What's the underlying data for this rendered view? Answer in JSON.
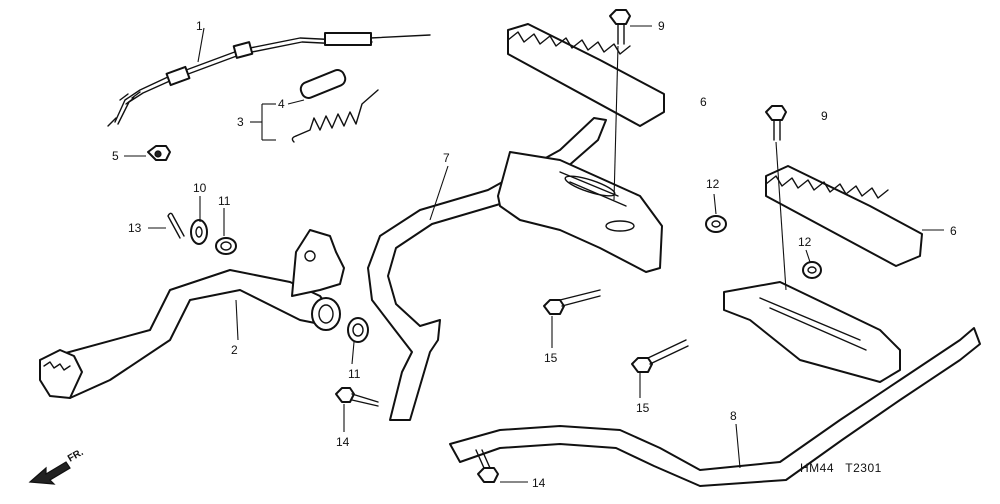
{
  "callouts": {
    "c1": "1",
    "c2": "2",
    "c3": "3",
    "c4": "4",
    "c5": "5",
    "c6a": "6",
    "c6b": "6",
    "c7": "7",
    "c8": "8",
    "c9a": "9",
    "c9b": "9",
    "c10": "10",
    "c11a": "11",
    "c11b": "11",
    "c12a": "12",
    "c12b": "12",
    "c13": "13",
    "c14a": "14",
    "c14b": "14",
    "c15a": "15",
    "c15b": "15"
  },
  "diagram_code": "HM44   T2301",
  "direction_label": "FR.",
  "colors": {
    "line": "#111111",
    "background": "#ffffff"
  }
}
